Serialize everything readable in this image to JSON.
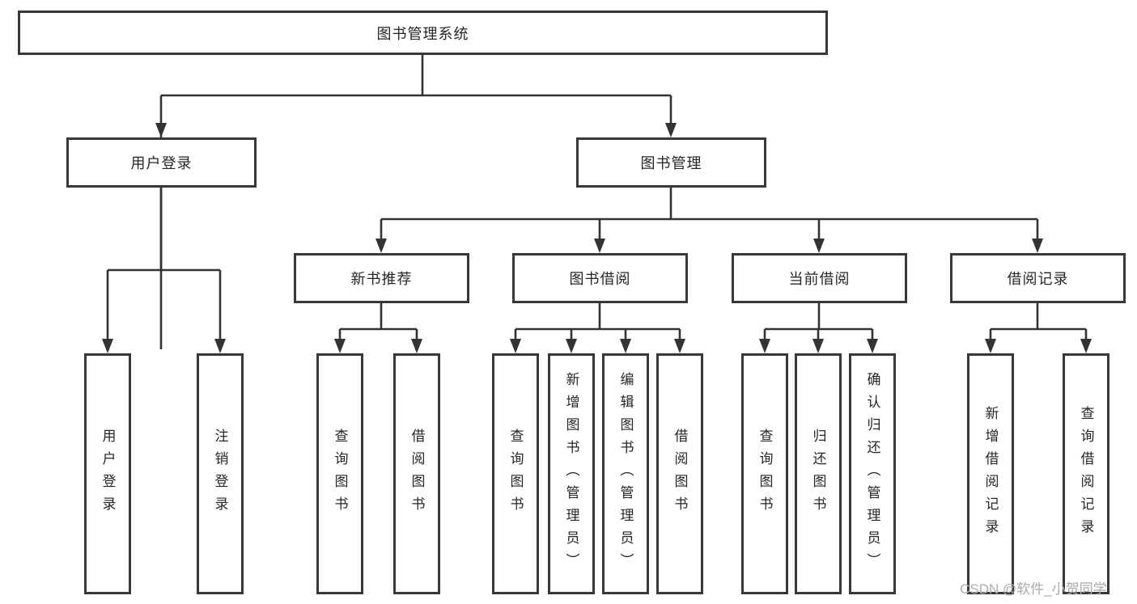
{
  "diagram": {
    "title": "图书管理系统",
    "level2": [
      {
        "label": "用户登录"
      },
      {
        "label": "图书管理"
      }
    ],
    "level3": [
      {
        "label": "新书推荐",
        "parent": "图书管理"
      },
      {
        "label": "图书借阅",
        "parent": "图书管理"
      },
      {
        "label": "当前借阅",
        "parent": "图书管理"
      },
      {
        "label": "借阅记录",
        "parent": "图书管理"
      }
    ],
    "leaves": [
      {
        "label": "用户登录",
        "parent": "用户登录"
      },
      {
        "label": "注销登录",
        "parent": "用户登录"
      },
      {
        "label": "查询图书",
        "parent": "新书推荐"
      },
      {
        "label": "借阅图书",
        "parent": "新书推荐"
      },
      {
        "label": "查询图书",
        "parent": "图书借阅"
      },
      {
        "label": "新增图书（管理员）",
        "parent": "图书借阅"
      },
      {
        "label": "编辑图书（管理员）",
        "parent": "图书借阅"
      },
      {
        "label": "借阅图书",
        "parent": "图书借阅"
      },
      {
        "label": "查询图书",
        "parent": "当前借阅"
      },
      {
        "label": "归还图书",
        "parent": "当前借阅"
      },
      {
        "label": "确认归还（管理员）",
        "parent": "当前借阅"
      },
      {
        "label": "新增借阅记录",
        "parent": "借阅记录"
      },
      {
        "label": "查询借阅记录",
        "parent": "借阅记录"
      }
    ],
    "watermark": "CSDN @软件_小贺同学",
    "colors": {
      "line": "#333333",
      "text": "#262626",
      "watermark": "#b0b0b0",
      "background": "#ffffff"
    }
  }
}
